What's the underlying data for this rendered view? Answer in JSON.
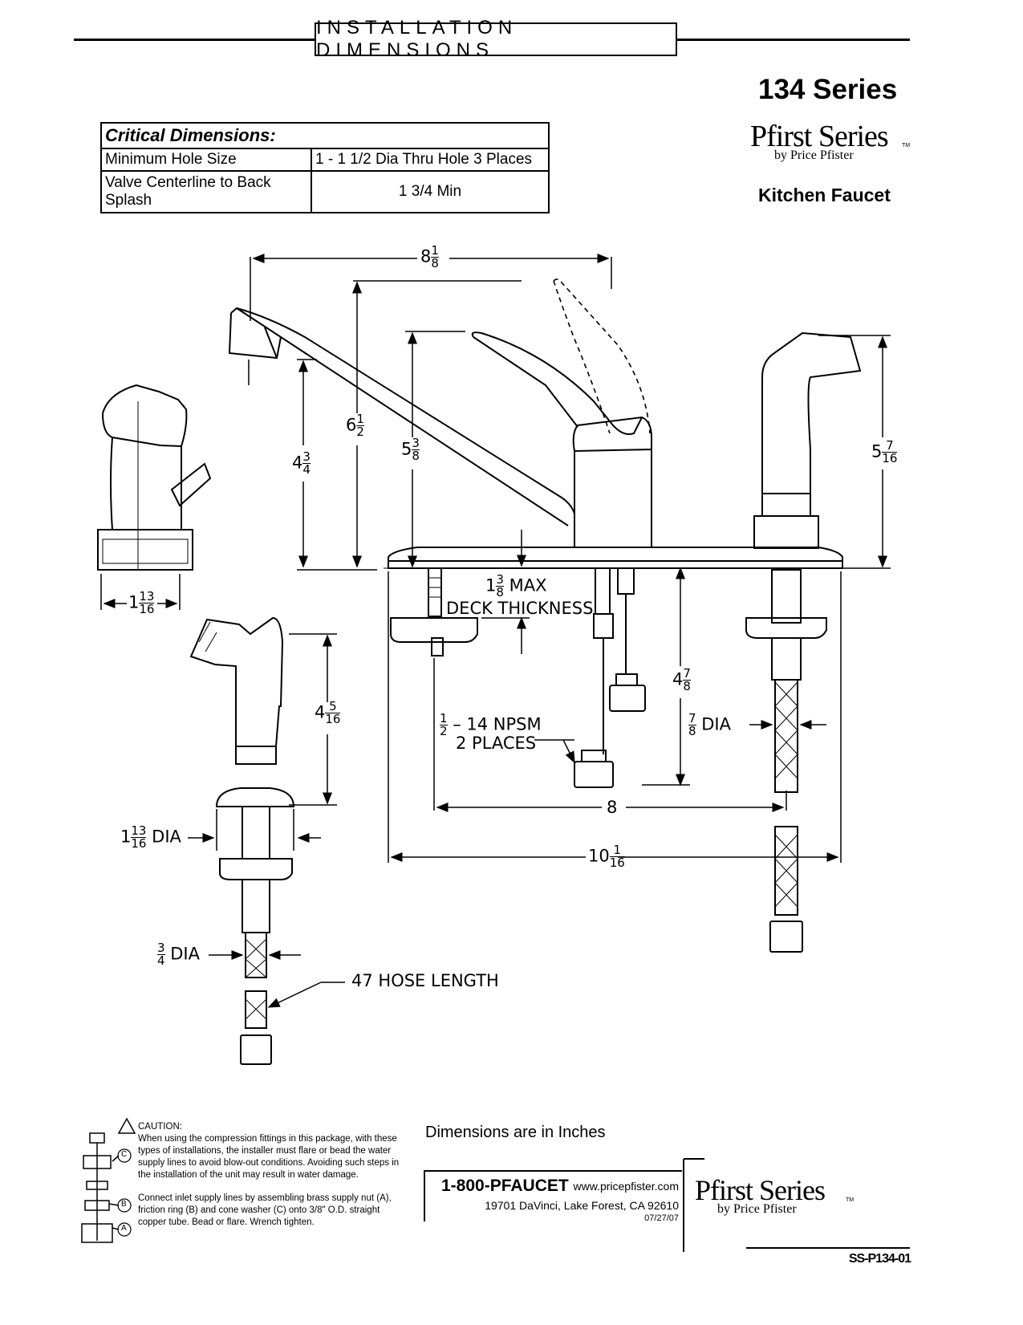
{
  "header": {
    "title": "INSTALLATION DIMENSIONS",
    "series": "134 Series",
    "brand_main": "Pfirst Series",
    "brand_tm": "TM",
    "brand_sub": "by Price Pfister",
    "product": "Kitchen Faucet"
  },
  "critical_dimensions": {
    "heading": "Critical Dimensions:",
    "rows": [
      {
        "label": "Minimum Hole Size",
        "value": "1 - 1 1/2 Dia Thru Hole 3 Places"
      },
      {
        "label": "Valve Centerline to Back Splash",
        "value": "1 3/4 Min"
      }
    ]
  },
  "dimensions": {
    "top_width": {
      "whole": "8",
      "num": "1",
      "den": "8"
    },
    "spout_height": {
      "whole": "6",
      "num": "1",
      "den": "2"
    },
    "handle_height": {
      "whole": "5",
      "num": "3",
      "den": "8"
    },
    "body_height": {
      "whole": "4",
      "num": "3",
      "den": "4"
    },
    "side_depth": {
      "whole": "1",
      "num": "13",
      "den": "16"
    },
    "spray_height": {
      "whole": "5",
      "num": "7",
      "den": "16"
    },
    "deck_max": {
      "whole": "1",
      "num": "3",
      "den": "8",
      "suffix": "MAX"
    },
    "deck_text": "DECK THICKNESS",
    "shank_length": {
      "whole": "4",
      "num": "7",
      "den": "8"
    },
    "npsm_fraction": {
      "num": "1",
      "den": "2"
    },
    "npsm_text": "– 14 NPSM",
    "npsm_places": "2 PLACES",
    "spray_shank_dia": {
      "num": "7",
      "den": "8",
      "suffix": "DIA"
    },
    "center_to_center": "8",
    "overall_width": {
      "whole": "10",
      "num": "1",
      "den": "16"
    },
    "spray_body_height": {
      "whole": "4",
      "num": "5",
      "den": "16"
    },
    "spray_base_dia": {
      "whole": "1",
      "num": "13",
      "den": "16",
      "suffix": "DIA"
    },
    "hose_dia": {
      "num": "3",
      "den": "4",
      "suffix": "DIA"
    },
    "hose_length": "47 HOSE LENGTH"
  },
  "caution": {
    "title": "CAUTION:",
    "body": "When using the compression fittings in this package, with these types of installations, the installer must flare or bead the water supply lines to avoid blow-out conditions. Avoiding such steps in the installation of the unit may result in water damage.",
    "instructions": "Connect inlet supply lines by assembling brass supply nut (A), friction ring (B) and cone washer (C) onto 3/8\" O.D. straight copper tube. Bead or flare. Wrench tighten.",
    "labels": [
      "C",
      "B",
      "A"
    ]
  },
  "footer": {
    "units_note": "Dimensions are in Inches",
    "phone": "1-800-PFAUCET",
    "website": "www.pricepfister.com",
    "address": "19701 DaVinci, Lake Forest, CA  92610",
    "date": "07/27/07",
    "doc_number": "SS-P134-01"
  }
}
